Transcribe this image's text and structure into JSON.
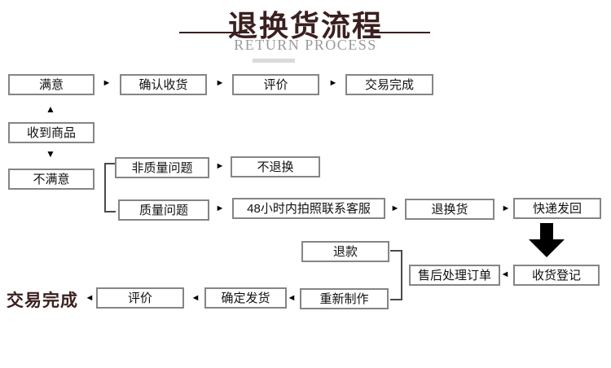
{
  "title": {
    "zh": "退换货流程",
    "en": "RETURN PROCESS"
  },
  "colors": {
    "accent": "#3b1f1f",
    "box_border": "#858585",
    "box_text": "#111111",
    "subtitle_gray": "#9a9a9a",
    "underline_bar": "#dadada",
    "arrow_black": "#000000"
  },
  "icons": {
    "right_arrow": "►",
    "left_arrow": "◄",
    "up_arrow": "▲",
    "down_arrow": "▼"
  },
  "nodes": {
    "satisfied": "满意",
    "confirm_receipt": "确认收货",
    "review_top": "评价",
    "complete_top": "交易完成",
    "received_goods": "收到商品",
    "unsatisfied": "不满意",
    "non_quality_issue": "非质量问题",
    "no_return": "不退换",
    "quality_issue": "质量问题",
    "contact_48h": "48小时内拍照联系客服",
    "return_exchange": "退换货",
    "express_back": "快递发回",
    "receipt_register": "收货登记",
    "aftersales_order": "售后处理订单",
    "refund": "退款",
    "remake": "重新制作",
    "confirm_ship": "确定发货",
    "review_bottom": "评价",
    "complete_bottom": "交易完成"
  }
}
